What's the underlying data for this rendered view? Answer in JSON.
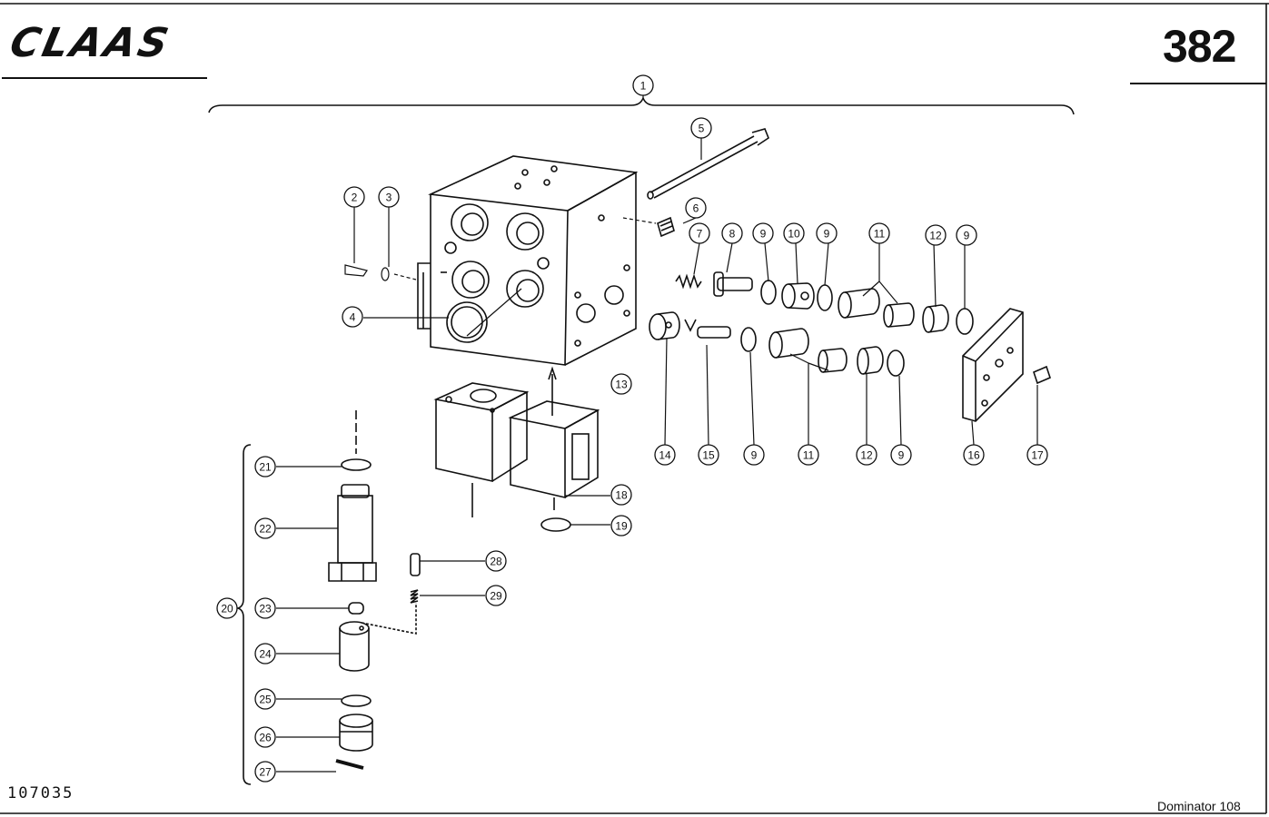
{
  "header": {
    "brand_logo": "CLAAS",
    "page_number": "382"
  },
  "footer": {
    "drawing_number": "107035",
    "model": "Dominator 108"
  },
  "callouts": [
    "1",
    "2",
    "3",
    "4",
    "5",
    "6",
    "7",
    "8",
    "9",
    "10",
    "11",
    "12",
    "13",
    "14",
    "15",
    "16",
    "17",
    "18",
    "19",
    "20",
    "21",
    "22",
    "23",
    "24",
    "25",
    "26",
    "27",
    "28",
    "29"
  ],
  "colors": {
    "ink": "#111111",
    "paper": "#ffffff"
  }
}
